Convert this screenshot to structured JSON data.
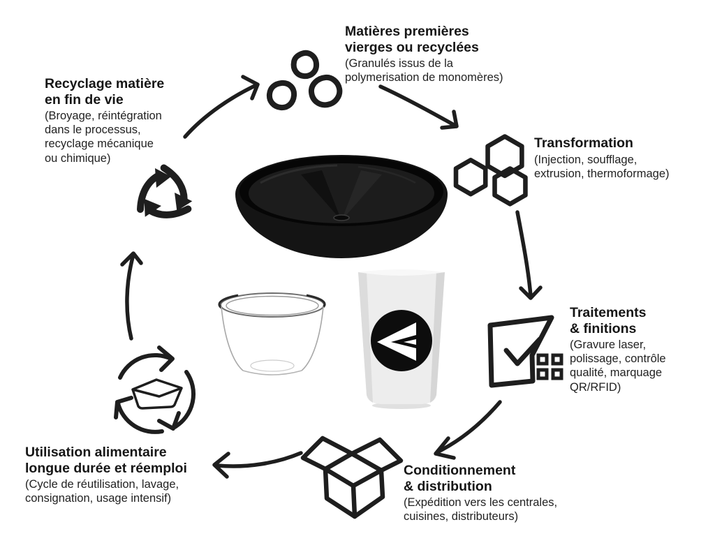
{
  "colors": {
    "background": "#ffffff",
    "ink": "#1e1e1e",
    "product_black": "#121212",
    "cup_body": "#ececec",
    "logo_circle": "#0d0d0d"
  },
  "stages": {
    "raw_materials": {
      "title": "Matières premières\nvierges ou recyclées",
      "subtitle": "(Granulés issus de la\npolymerisation de monomères)",
      "icon": "granules-icon"
    },
    "transformation": {
      "title": "Transformation",
      "subtitle": "(Injection, soufflage,\nextrusion, thermoformage)",
      "icon": "hexagons-icon"
    },
    "treatments": {
      "title": "Traitements\n& finitions",
      "subtitle": "(Gravure laser,\npolissage, contrôle\nqualité, marquage\nQR/RFID)",
      "icon": "quality-check-icon"
    },
    "packaging": {
      "title": "Conditionnement\n& distribution",
      "subtitle": "(Expédition vers les centrales,\ncuisines, distributeurs)",
      "icon": "open-box-icon"
    },
    "usage": {
      "title": "Utilisation alimentaire\nlongue durée et réemploi",
      "subtitle": "(Cycle de réutilisation, lavage,\nconsignation, usage intensif)",
      "icon": "reuse-cycle-icon"
    },
    "recycling": {
      "title": "Recyclage matière\nen fin de vie",
      "subtitle": "(Broyage, réintégration\ndans le processus,\nrecyclage mécanique\nou chimique)",
      "icon": "recycling-symbol-icon"
    }
  },
  "icons": [
    "granules-icon",
    "hexagons-icon",
    "quality-check-icon",
    "open-box-icon",
    "reuse-cycle-icon",
    "recycling-symbol-icon"
  ],
  "products": [
    {
      "name": "black-plastic-bowl"
    },
    {
      "name": "clear-reusable-container"
    },
    {
      "name": "white-reusable-cup-with-logo"
    }
  ]
}
